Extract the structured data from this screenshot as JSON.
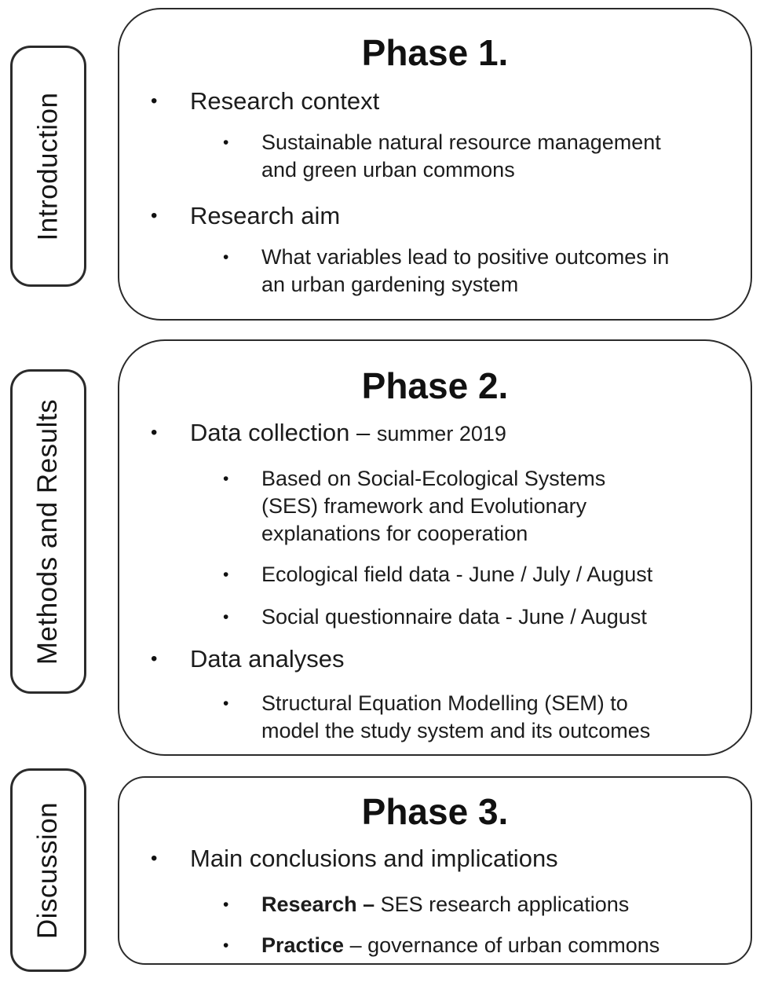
{
  "glyphs": {
    "bullet": "•"
  },
  "colors": {
    "text": "#1a1a1a",
    "border": "#2b2b2b",
    "background": "#ffffff"
  },
  "sidebar": {
    "labels": [
      "Introduction",
      "Methods and Results",
      "Discussion"
    ]
  },
  "phases": [
    {
      "title": "Phase 1.",
      "items": [
        {
          "text": "Research context"
        },
        {
          "text": "Sustainable natural resource management\nand green urban commons"
        },
        {
          "text": "Research aim"
        },
        {
          "text": "What variables lead to positive outcomes in\nan urban gardening system"
        }
      ]
    },
    {
      "title": "Phase 2.",
      "items": [
        {
          "lead": "Data collection – ",
          "rest": "summer 2019"
        },
        {
          "text": "Based on Social-Ecological Systems\n(SES) framework and Evolutionary\nexplanations for cooperation"
        },
        {
          "text": "Ecological field data - June / July / August"
        },
        {
          "text": "Social questionnaire data - June / August"
        },
        {
          "text": "Data analyses"
        },
        {
          "text": "Structural Equation Modelling (SEM) to\nmodel the study system and its outcomes"
        }
      ]
    },
    {
      "title": "Phase 3.",
      "items": [
        {
          "text": "Main conclusions and implications"
        },
        {
          "lead": "Research – ",
          "rest": "SES research applications"
        },
        {
          "lead": "Practice",
          "rest": " – governance of urban commons"
        }
      ]
    }
  ]
}
